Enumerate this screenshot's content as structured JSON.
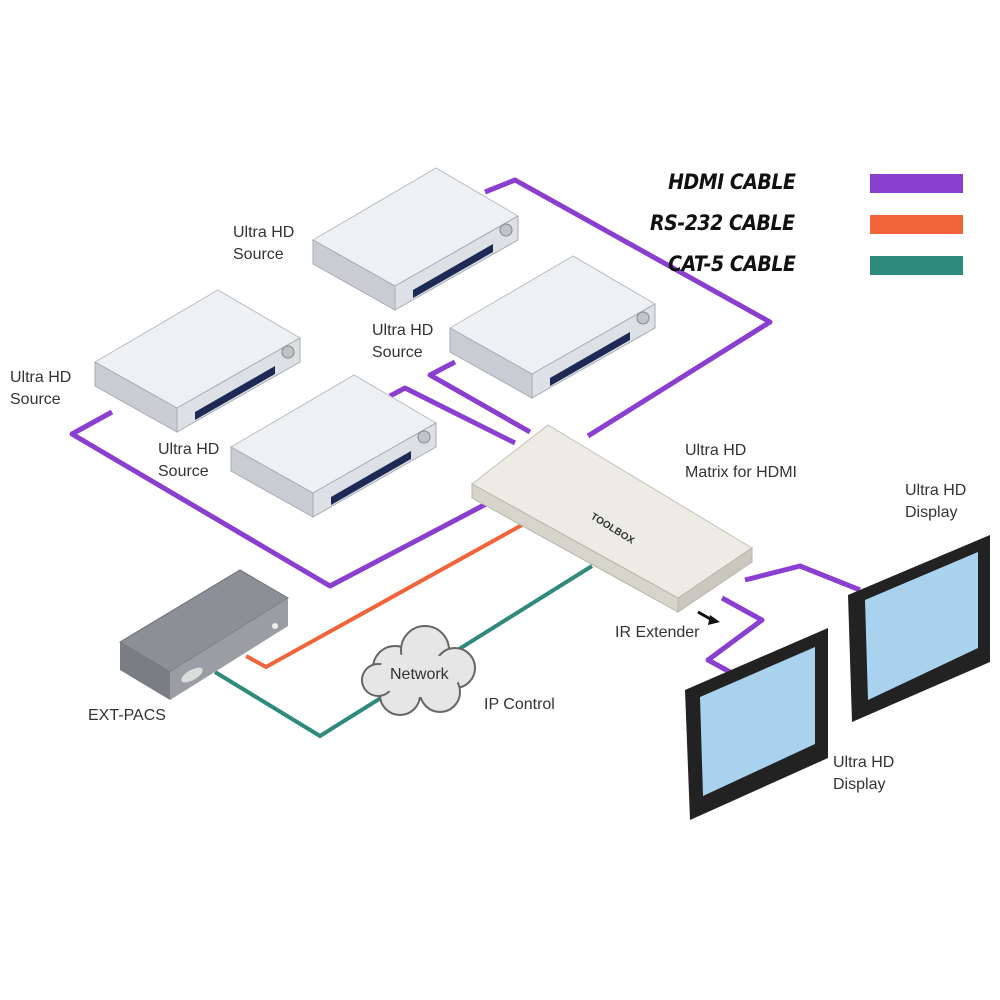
{
  "legend": [
    {
      "label": "HDMI CABLE",
      "color": "#8a3fd0"
    },
    {
      "label": "RS-232 CABLE",
      "color": "#f2643a"
    },
    {
      "label": "CAT-5 CABLE",
      "color": "#2e8a7a"
    }
  ],
  "labels": {
    "source_a": [
      "Ultra HD",
      "Source"
    ],
    "source_b": [
      "Ultra HD",
      "Source"
    ],
    "source_c": [
      "Ultra HD",
      "Source"
    ],
    "source_d": [
      "Ultra HD",
      "Source"
    ],
    "matrix": [
      "Ultra HD",
      "Matrix for HDMI"
    ],
    "matrix_brand": "TOOLBOX",
    "ir_extender": "IR Extender",
    "display_1": [
      "Ultra HD",
      "Display"
    ],
    "display_2": [
      "Ultra HD",
      "Display"
    ],
    "ext_pacs": "EXT-PACS",
    "network": "Network",
    "ip_control": "IP Control"
  }
}
